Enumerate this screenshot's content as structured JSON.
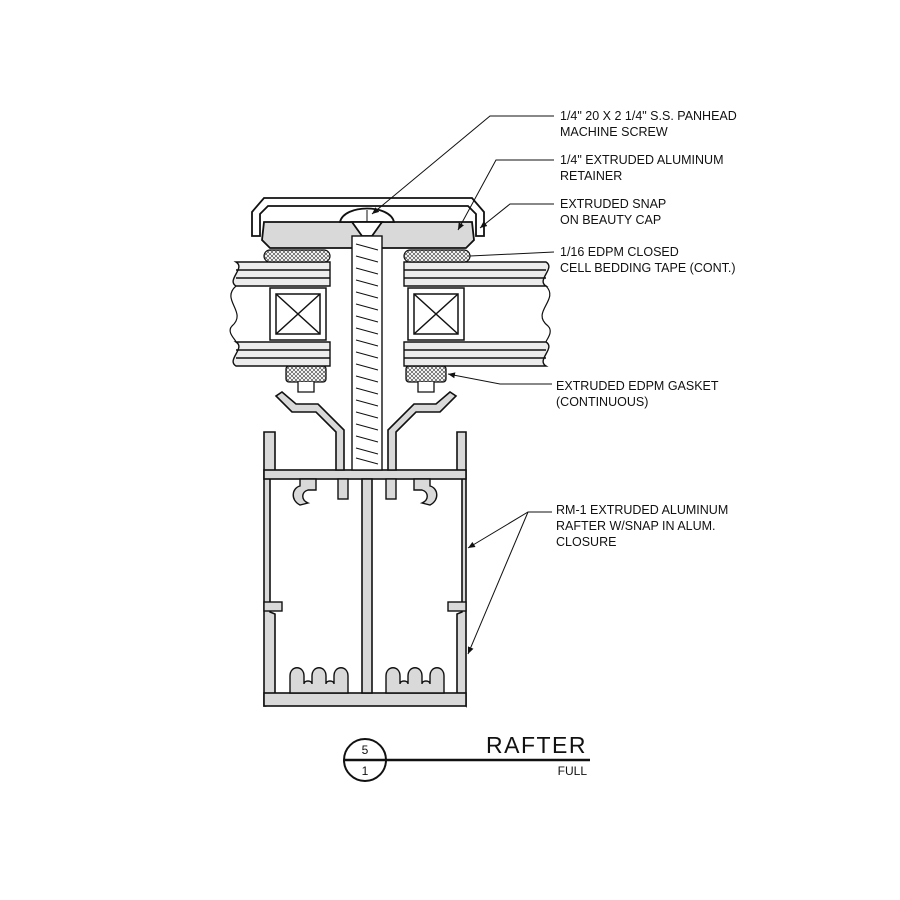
{
  "callouts": [
    {
      "line1": "1/4\" 20 X 2 1/4\" S.S. PANHEAD",
      "line2": "MACHINE SCREW",
      "line3": ""
    },
    {
      "line1": "1/4\" EXTRUDED ALUMINUM",
      "line2": "RETAINER",
      "line3": ""
    },
    {
      "line1": "EXTRUDED SNAP",
      "line2": "ON BEAUTY CAP",
      "line3": ""
    },
    {
      "line1": "1/16 EDPM CLOSED",
      "line2": "CELL BEDDING TAPE (CONT.)",
      "line3": ""
    },
    {
      "line1": "EXTRUDED EDPM GASKET",
      "line2": "(CONTINUOUS)",
      "line3": ""
    },
    {
      "line1": "RM-1 EXTRUDED ALUMINUM",
      "line2": "RAFTER W/SNAP IN ALUM.",
      "line3": "CLOSURE"
    }
  ],
  "title_block": {
    "title": "RAFTER",
    "scale": "FULL",
    "detail_number": "5",
    "sheet_number": "1"
  },
  "colors": {
    "line": "#111111",
    "aluminum_fill": "#d9d9d9",
    "glass_fill": "#ececec",
    "background": "#ffffff"
  }
}
